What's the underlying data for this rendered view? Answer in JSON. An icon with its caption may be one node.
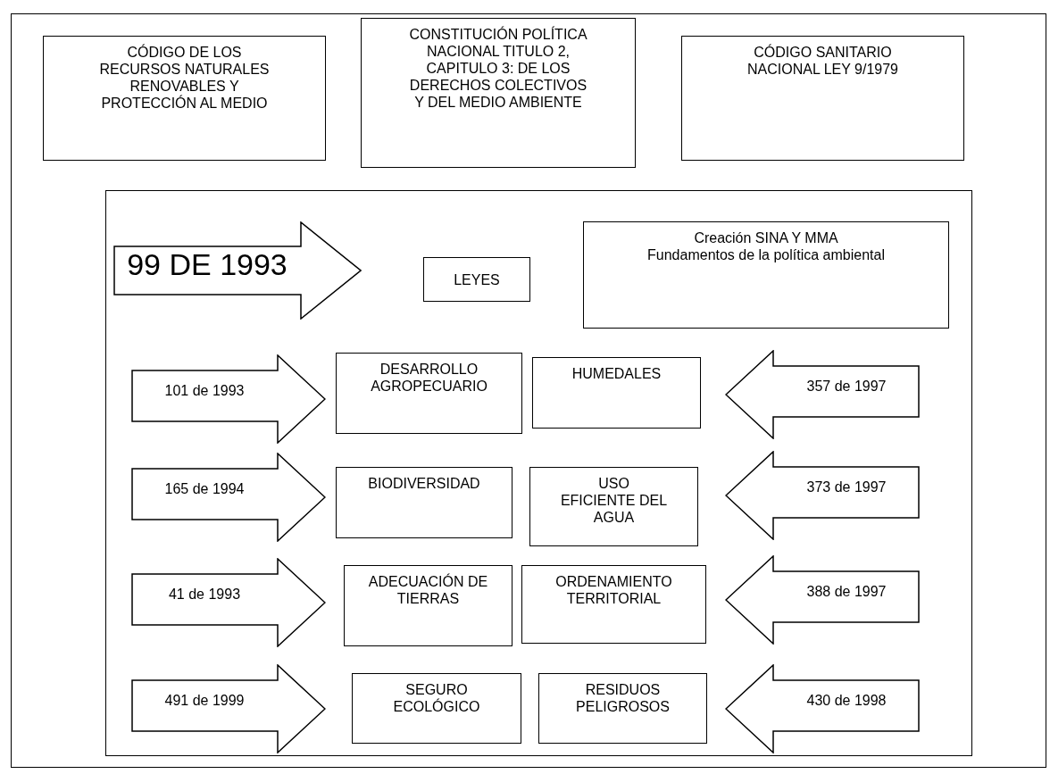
{
  "diagram": {
    "nodes": [
      {
        "text": [
          "CÓDIGO DE LOS RECURSOS NATURALES RENOVABLES Y PROTECCIÓN AL MEDIO"
        ]
      },
      {
        "text": [
          "CONSTITUCIÓN POLÍTICA NACIONAL TITULO 2, CAPITULO 3: DE LOS DERECHOS COLECTIVOS Y DEL MEDIO AMBIENTE"
        ]
      },
      {
        "text": [
          "CÓDIGO SANITARIO NACIONAL LEY 9/1979"
        ]
      },
      {
        "text": [],
        "shape": "box"
      },
      {
        "text": [
          "99 DE 1993"
        ],
        "in": 3
      },
      {
        "text": [
          "LEYES"
        ],
        "in": 3
      },
      {
        "text": [
          "Creación SINA Y MMA",
          "Fundamentos de la política ambiental"
        ],
        "in": 3
      },
      {
        "text": [
          "101 de 1993"
        ],
        "in": 3
      },
      {
        "text": [
          "DESARROLLO AGROPECUARIO"
        ],
        "in": 3
      },
      {
        "text": [
          "HUMEDALES"
        ],
        "in": 3
      },
      {
        "text": [
          "357 de 1997"
        ],
        "in": 3
      },
      {
        "text": [
          "165 de 1994"
        ],
        "in": 3
      },
      {
        "text": [
          "BIODIVERSIDAD"
        ],
        "in": 3
      },
      {
        "text": [
          "USO EFICIENTE DEL AGUA"
        ],
        "in": 3
      },
      {
        "text": [
          "373 de 1997"
        ],
        "in": 3
      },
      {
        "text": [
          "41 de 1993"
        ],
        "in": 3
      },
      {
        "text": [
          "ADECUACIÓN DE TIERRAS"
        ],
        "in": 3
      },
      {
        "text": [
          "ORDENAMIENTO TERRITORIAL"
        ],
        "in": 3
      },
      {
        "text": [
          "388 de 1997"
        ],
        "in": 3
      },
      {
        "text": [
          "491 de 1999"
        ],
        "in": 3
      },
      {
        "text": [
          "SEGURO ECOLÓGICO"
        ],
        "in": 3
      },
      {
        "text": [
          "RESIDUOS PELIGROSOS"
        ],
        "in": 3
      },
      {
        "text": [
          "430 de 1998"
        ],
        "in": 3
      }
    ]
  }
}
